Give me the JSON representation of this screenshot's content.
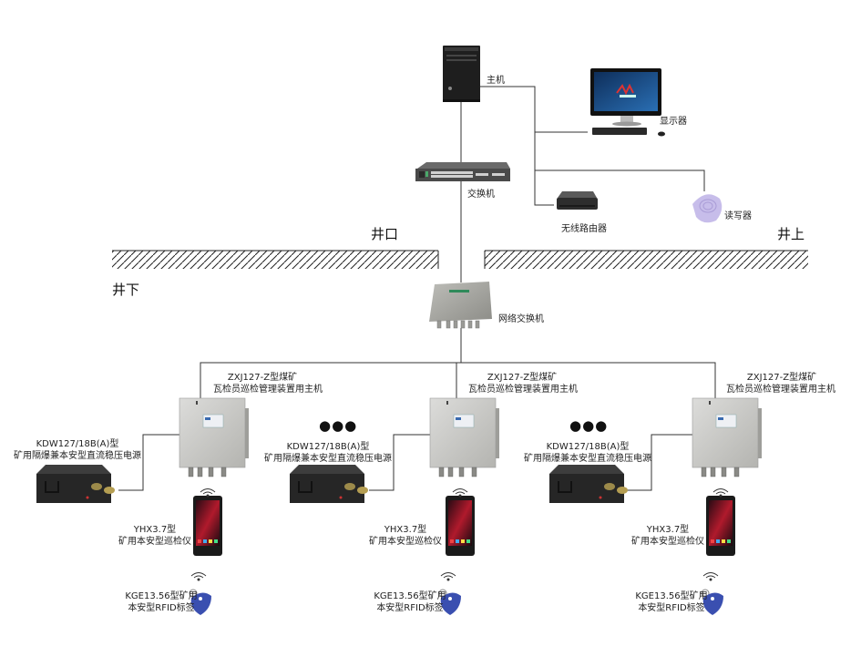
{
  "diagram": {
    "top": {
      "host": {
        "label": "主机",
        "icon": "desktop-tower-icon"
      },
      "monitor": {
        "label": "显示器",
        "icon": "monitor-icon"
      },
      "switch": {
        "label": "交换机",
        "icon": "network-switch-icon"
      },
      "router": {
        "label": "无线路由器",
        "icon": "wireless-router-icon"
      },
      "reader": {
        "label": "读写器",
        "icon": "rfid-reader-icon"
      }
    },
    "zones": {
      "wellhead": "井口",
      "above_ground": "井上",
      "underground": "井下"
    },
    "network_switch": {
      "label": "网络交换机",
      "icon": "explosion-proof-switch-icon"
    },
    "branches": [
      {
        "host_label_line1": "ZXJ127-Z型煤矿",
        "host_label_line2": "瓦检员巡检管理装置用主机",
        "power_label_line1": "KDW127/18B(A)型",
        "power_label_line2": "矿用隔爆兼本安型直流稳压电源",
        "inspector_label_line1": "YHX3.7型",
        "inspector_label_line2": "矿用本安型巡检仪",
        "tag_label_line1": "KGE13.56型矿用",
        "tag_label_line2": "本安型RFID标签",
        "ellipsis": ""
      },
      {
        "host_label_line1": "ZXJ127-Z型煤矿",
        "host_label_line2": "瓦检员巡检管理装置用主机",
        "power_label_line1": "KDW127/18B(A)型",
        "power_label_line2": "矿用隔爆兼本安型直流稳压电源",
        "inspector_label_line1": "YHX3.7型",
        "inspector_label_line2": "矿用本安型巡检仪",
        "tag_label_line1": "KGE13.56型矿用",
        "tag_label_line2": "本安型RFID标签",
        "ellipsis": "●●●"
      },
      {
        "host_label_line1": "ZXJ127-Z型煤矿",
        "host_label_line2": "瓦检员巡检管理装置用主机",
        "power_label_line1": "KDW127/18B(A)型",
        "power_label_line2": "矿用隔爆兼本安型直流稳压电源",
        "inspector_label_line1": "YHX3.7型",
        "inspector_label_line2": "矿用本安型巡检仪",
        "tag_label_line1": "KGE13.56型矿用",
        "tag_label_line2": "本安型RFID标签",
        "ellipsis": "●●●"
      }
    ],
    "colors": {
      "line": "#333333",
      "steel": "#c9c9c6",
      "dark_box": "#2b2b2b",
      "tag_blue": "#3a4fb0",
      "reader_purple": "#b9aee0",
      "monitor_screen": "#1c4f8c"
    }
  }
}
